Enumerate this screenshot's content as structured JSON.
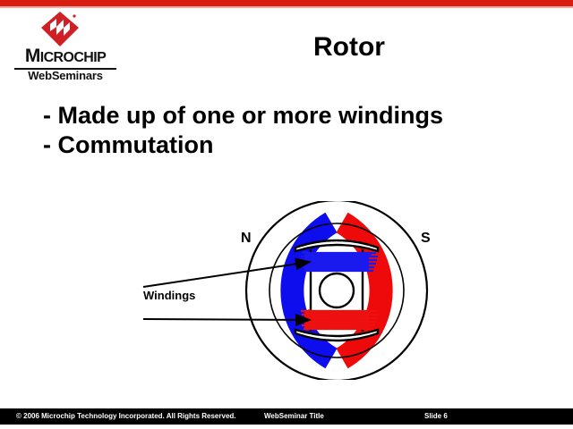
{
  "slide": {
    "title": "Rotor",
    "bullets": [
      "- Made up of one or more windings",
      "- Commutation"
    ]
  },
  "branding": {
    "logo_icon": "microchip-logo-icon",
    "wordmark_m": "M",
    "wordmark_rest": "ICROCHIP",
    "sub_brand": "WebSeminars",
    "brand_red": "#d81f12"
  },
  "diagram": {
    "name": "brushed-dc-motor-rotor-cross-section",
    "north_pole_label": "N",
    "south_pole_label": "S",
    "winding_callout_label": "Windings",
    "north_color": "#0d0dee",
    "south_color": "#ee0a0a",
    "outline_color": "#000000",
    "top_winding_color": "#0d0dee",
    "bottom_winding_color": "#ee0a0a"
  },
  "footer": {
    "copyright": "© 2006 Microchip Technology Incorporated. All Rights Reserved.",
    "center_text": "WebSeminar Title",
    "slide_label": "Slide  6",
    "background": "#000000"
  }
}
